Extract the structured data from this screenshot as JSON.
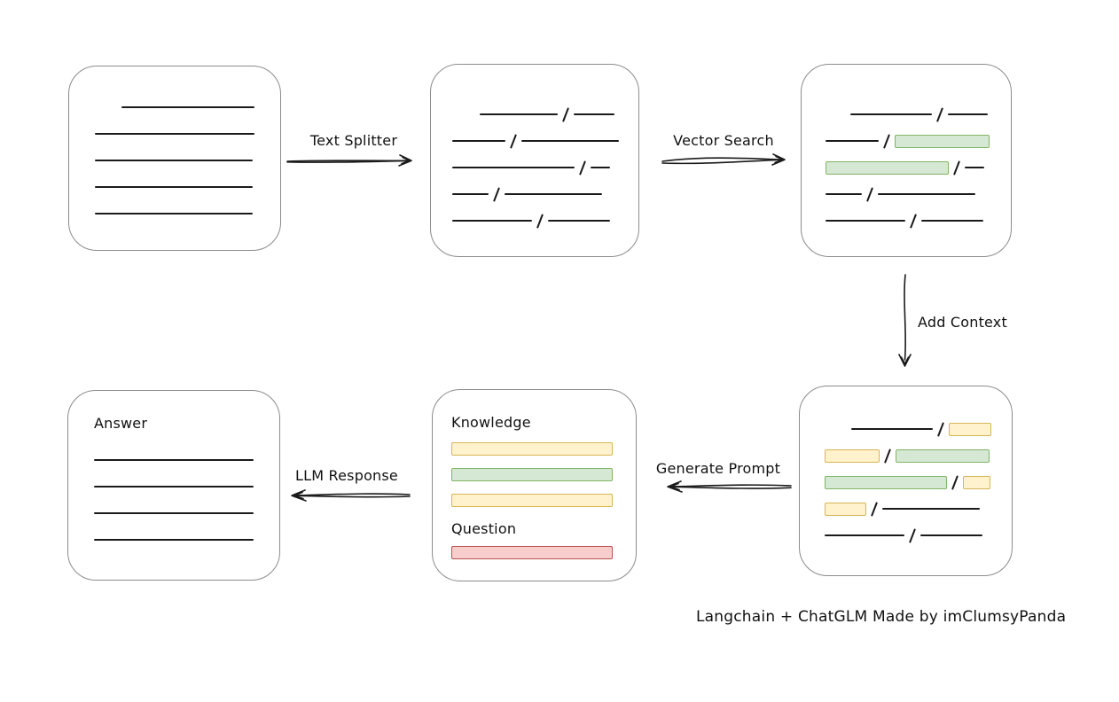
{
  "colors": {
    "box_border": "#8c8c8c",
    "ink": "#1a1a1a",
    "green_fill": "#d5e8d4",
    "green_border": "#82b366",
    "yellow_fill": "#fff2cc",
    "yellow_border": "#d6b656",
    "red_fill": "#f8cecc",
    "red_border": "#b85450"
  },
  "labels": {
    "text_splitter": "Text Splitter",
    "vector_search": "Vector Search",
    "add_context": "Add Context",
    "generate_prompt": "Generate Prompt",
    "llm_response": "LLM Response"
  },
  "boxes": {
    "document": {
      "rows": [
        [
          {
            "t": "sp",
            "w": 30
          },
          {
            "t": "line",
            "w": 150
          }
        ],
        [
          {
            "t": "line",
            "w": 180
          }
        ],
        [
          {
            "t": "line",
            "w": 178
          }
        ],
        [
          {
            "t": "line",
            "w": 178
          }
        ],
        [
          {
            "t": "line",
            "w": 178
          }
        ]
      ]
    },
    "chunks": {
      "rows": [
        [
          {
            "t": "sp",
            "w": 31
          },
          {
            "t": "line",
            "w": 88
          },
          {
            "t": "slash"
          },
          {
            "t": "line",
            "w": 46
          }
        ],
        [
          {
            "t": "line",
            "w": 60
          },
          {
            "t": "slash"
          },
          {
            "t": "line",
            "w": 110
          }
        ],
        [
          {
            "t": "line",
            "w": 138
          },
          {
            "t": "slash"
          },
          {
            "t": "line",
            "w": 22
          }
        ],
        [
          {
            "t": "line",
            "w": 41
          },
          {
            "t": "slash"
          },
          {
            "t": "line",
            "w": 110
          }
        ],
        [
          {
            "t": "line",
            "w": 90
          },
          {
            "t": "slash"
          },
          {
            "t": "line",
            "w": 70
          }
        ]
      ]
    },
    "matched": {
      "rows": [
        [
          {
            "t": "sp",
            "w": 28
          },
          {
            "t": "line",
            "w": 92
          },
          {
            "t": "slash"
          },
          {
            "t": "line",
            "w": 45
          }
        ],
        [
          {
            "t": "line",
            "w": 60
          },
          {
            "t": "slash"
          },
          {
            "t": "green",
            "w": 107
          }
        ],
        [
          {
            "t": "green",
            "w": 139
          },
          {
            "t": "slash"
          },
          {
            "t": "line",
            "w": 22
          }
        ],
        [
          {
            "t": "line",
            "w": 41
          },
          {
            "t": "slash"
          },
          {
            "t": "line",
            "w": 110
          }
        ],
        [
          {
            "t": "line",
            "w": 90
          },
          {
            "t": "slash"
          },
          {
            "t": "line",
            "w": 70
          }
        ]
      ]
    },
    "context": {
      "rows": [
        [
          {
            "t": "sp",
            "w": 30
          },
          {
            "t": "line",
            "w": 92
          },
          {
            "t": "slash"
          },
          {
            "t": "yellow",
            "w": 48
          }
        ],
        [
          {
            "t": "yellow",
            "w": 62
          },
          {
            "t": "slash"
          },
          {
            "t": "green",
            "w": 106
          }
        ],
        [
          {
            "t": "green",
            "w": 138
          },
          {
            "t": "slash"
          },
          {
            "t": "yellow",
            "w": 31
          }
        ],
        [
          {
            "t": "yellow",
            "w": 47
          },
          {
            "t": "slash"
          },
          {
            "t": "line",
            "w": 110
          }
        ],
        [
          {
            "t": "line",
            "w": 90
          },
          {
            "t": "slash"
          },
          {
            "t": "line",
            "w": 70
          }
        ]
      ]
    },
    "prompt": {
      "knowledge_label": "Knowledge",
      "question_label": "Question",
      "knowledge_rows": [
        [
          {
            "t": "yellow",
            "w": 182
          }
        ],
        [
          {
            "t": "green",
            "w": 182
          }
        ],
        [
          {
            "t": "yellow",
            "w": 182
          }
        ]
      ],
      "question_rows": [
        [
          {
            "t": "red",
            "w": 182
          }
        ]
      ]
    },
    "answer": {
      "label": "Answer",
      "rows": [
        [
          {
            "t": "line",
            "w": 180
          }
        ],
        [
          {
            "t": "line",
            "w": 180
          }
        ],
        [
          {
            "t": "line",
            "w": 180
          }
        ],
        [
          {
            "t": "line",
            "w": 180
          }
        ]
      ]
    }
  },
  "attribution": "Langchain + ChatGLM Made by imClumsyPanda"
}
